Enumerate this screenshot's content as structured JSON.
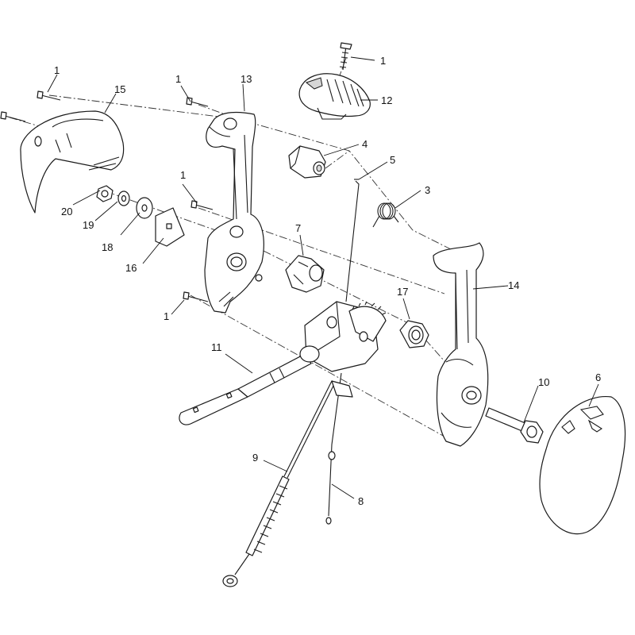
{
  "callouts": {
    "c1_top": "1",
    "c12": "12",
    "c4": "4",
    "c5": "5",
    "c3": "3",
    "c13": "13",
    "c1_upper": "1",
    "c15": "15",
    "c1_left": "1",
    "c20": "20",
    "c19": "19",
    "c18": "18",
    "c16": "16",
    "c1_mid": "1",
    "c7": "7",
    "c1_low": "1",
    "c14": "14",
    "c17": "17",
    "c11": "11",
    "c10": "10",
    "c6": "6",
    "c9": "9",
    "c8": "8"
  }
}
